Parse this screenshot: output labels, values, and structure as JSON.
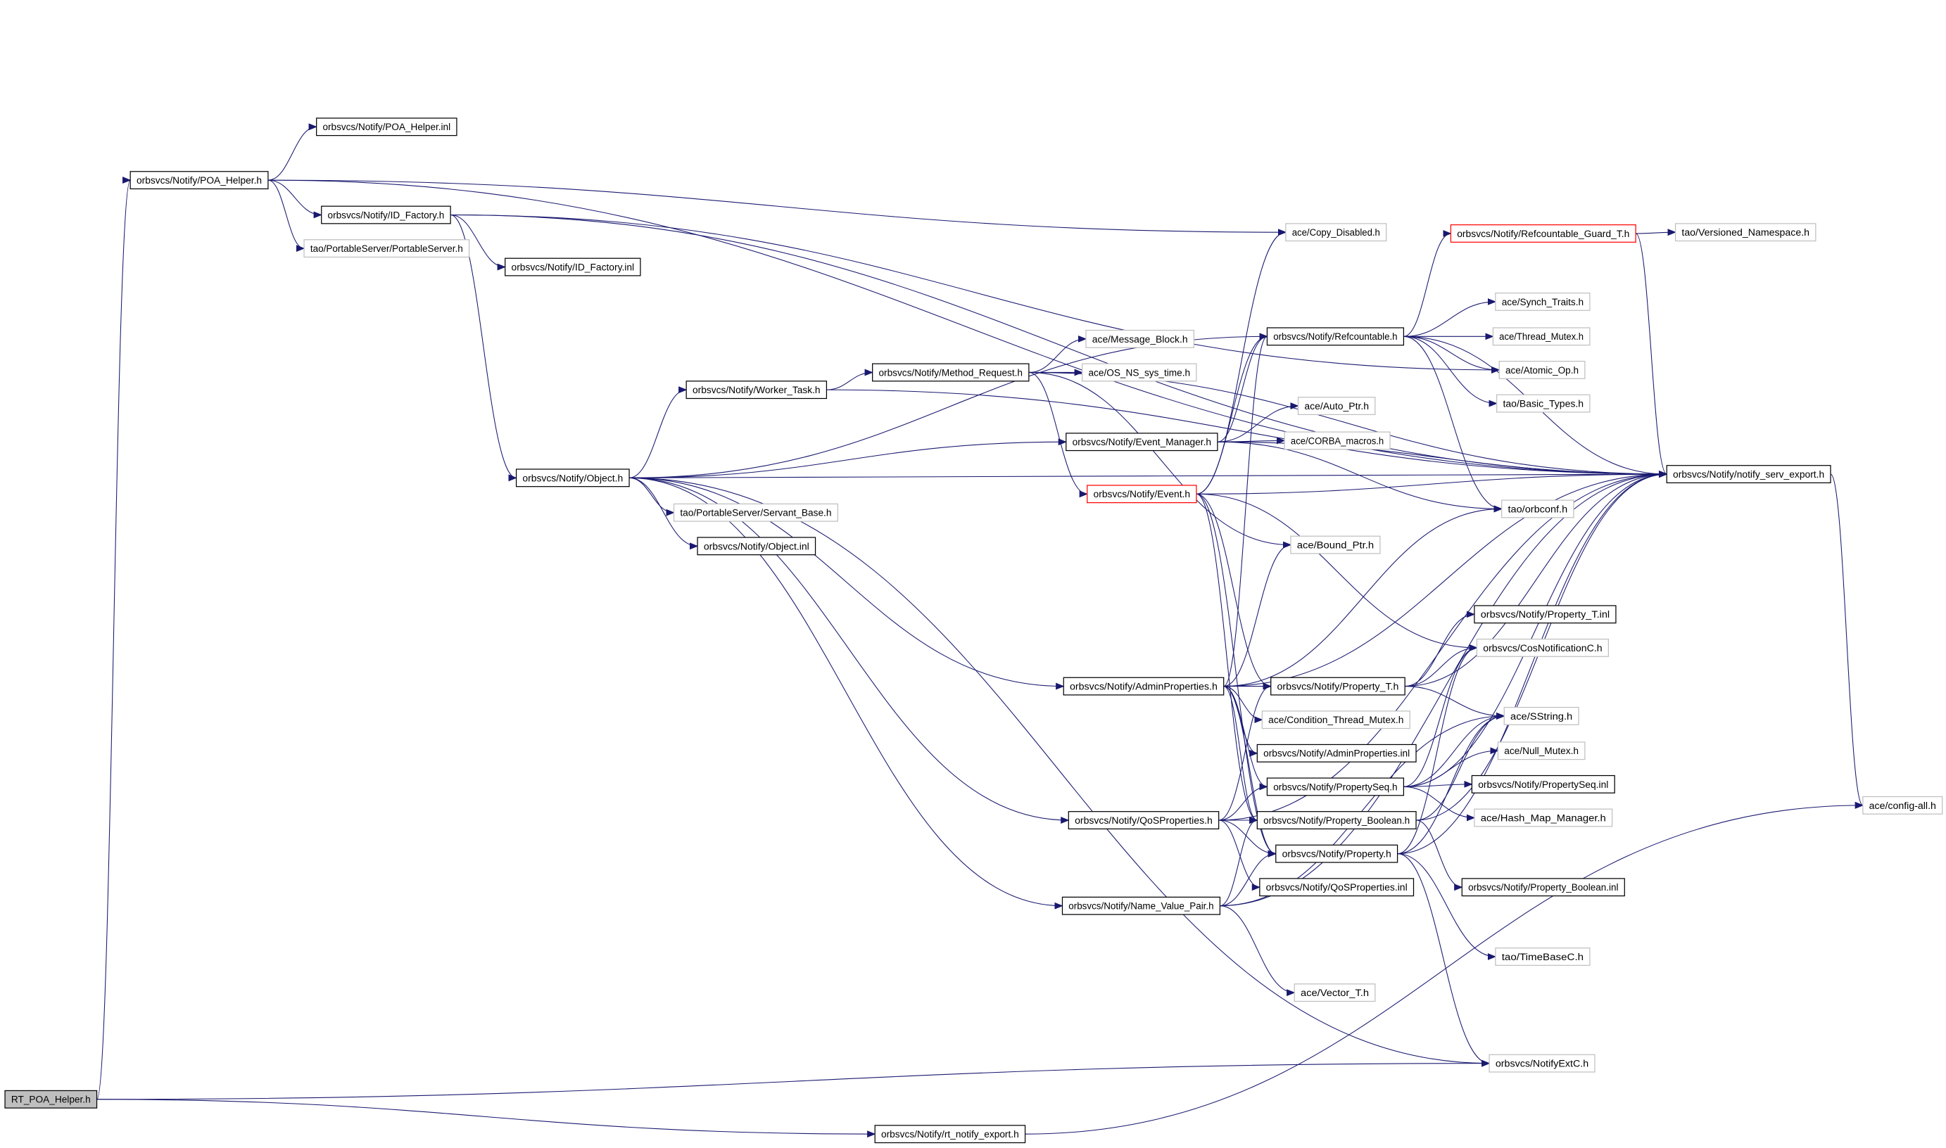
{
  "colors": {
    "edge": "#191970",
    "documented_border": "#000000",
    "undocumented_border": "#bfbfbf",
    "incomplete_border": "#ff0000",
    "root_fill": "#bfbfbf"
  },
  "nodes": [
    {
      "id": "rt_poa_helper_h",
      "label": "RT_POA_Helper.h",
      "kind": "root"
    },
    {
      "id": "poa_helper_h",
      "label": "orbsvcs/Notify/POA_Helper.h",
      "kind": "documented"
    },
    {
      "id": "poa_helper_inl",
      "label": "orbsvcs/Notify/POA_Helper.inl",
      "kind": "documented"
    },
    {
      "id": "id_factory_h",
      "label": "orbsvcs/Notify/ID_Factory.h",
      "kind": "documented"
    },
    {
      "id": "portableserver_h",
      "label": "tao/PortableServer/PortableServer.h",
      "kind": "undocumented"
    },
    {
      "id": "id_factory_inl",
      "label": "orbsvcs/Notify/ID_Factory.inl",
      "kind": "documented"
    },
    {
      "id": "object_h",
      "label": "orbsvcs/Notify/Object.h",
      "kind": "documented"
    },
    {
      "id": "servant_base_h",
      "label": "tao/PortableServer/Servant_Base.h",
      "kind": "undocumented"
    },
    {
      "id": "object_inl",
      "label": "orbsvcs/Notify/Object.inl",
      "kind": "documented"
    },
    {
      "id": "worker_task_h",
      "label": "orbsvcs/Notify/Worker_Task.h",
      "kind": "documented"
    },
    {
      "id": "method_request_h",
      "label": "orbsvcs/Notify/Method_Request.h",
      "kind": "documented"
    },
    {
      "id": "message_block_h",
      "label": "ace/Message_Block.h",
      "kind": "undocumented"
    },
    {
      "id": "os_ns_sys_time_h",
      "label": "ace/OS_NS_sys_time.h",
      "kind": "undocumented"
    },
    {
      "id": "copy_disabled_h",
      "label": "ace/Copy_Disabled.h",
      "kind": "undocumented"
    },
    {
      "id": "refcountable_guard_t_h",
      "label": "orbsvcs/Notify/Refcountable_Guard_T.h",
      "kind": "incomplete"
    },
    {
      "id": "versioned_namespace_h",
      "label": "tao/Versioned_Namespace.h",
      "kind": "undocumented"
    },
    {
      "id": "refcountable_h",
      "label": "orbsvcs/Notify/Refcountable.h",
      "kind": "documented"
    },
    {
      "id": "synch_traits_h",
      "label": "ace/Synch_Traits.h",
      "kind": "undocumented"
    },
    {
      "id": "thread_mutex_h",
      "label": "ace/Thread_Mutex.h",
      "kind": "undocumented"
    },
    {
      "id": "atomic_op_h",
      "label": "ace/Atomic_Op.h",
      "kind": "undocumented"
    },
    {
      "id": "basic_types_h",
      "label": "tao/Basic_Types.h",
      "kind": "undocumented"
    },
    {
      "id": "notify_serv_export_h",
      "label": "orbsvcs/Notify/notify_serv_export.h",
      "kind": "documented"
    },
    {
      "id": "auto_ptr_h",
      "label": "ace/Auto_Ptr.h",
      "kind": "undocumented"
    },
    {
      "id": "corba_macros_h",
      "label": "ace/CORBA_macros.h",
      "kind": "undocumented"
    },
    {
      "id": "event_manager_h",
      "label": "orbsvcs/Notify/Event_Manager.h",
      "kind": "documented"
    },
    {
      "id": "event_h",
      "label": "orbsvcs/Notify/Event.h",
      "kind": "incomplete"
    },
    {
      "id": "orbconf_h",
      "label": "tao/orbconf.h",
      "kind": "undocumented"
    },
    {
      "id": "bound_ptr_h",
      "label": "ace/Bound_Ptr.h",
      "kind": "undocumented"
    },
    {
      "id": "property_t_inl",
      "label": "orbsvcs/Notify/Property_T.inl",
      "kind": "documented"
    },
    {
      "id": "cosnotificationc_h",
      "label": "orbsvcs/CosNotificationC.h",
      "kind": "undocumented"
    },
    {
      "id": "adminproperties_h",
      "label": "orbsvcs/Notify/AdminProperties.h",
      "kind": "documented"
    },
    {
      "id": "property_t_h",
      "label": "orbsvcs/Notify/Property_T.h",
      "kind": "documented"
    },
    {
      "id": "sstring_h",
      "label": "ace/SString.h",
      "kind": "undocumented"
    },
    {
      "id": "condition_thread_mutex_h",
      "label": "ace/Condition_Thread_Mutex.h",
      "kind": "undocumented"
    },
    {
      "id": "adminproperties_inl",
      "label": "orbsvcs/Notify/AdminProperties.inl",
      "kind": "documented"
    },
    {
      "id": "null_mutex_h",
      "label": "ace/Null_Mutex.h",
      "kind": "undocumented"
    },
    {
      "id": "propertyseq_h",
      "label": "orbsvcs/Notify/PropertySeq.h",
      "kind": "documented"
    },
    {
      "id": "propertyseq_inl",
      "label": "orbsvcs/Notify/PropertySeq.inl",
      "kind": "documented"
    },
    {
      "id": "hash_map_manager_h",
      "label": "ace/Hash_Map_Manager.h",
      "kind": "undocumented"
    },
    {
      "id": "qosproperties_h",
      "label": "orbsvcs/Notify/QoSProperties.h",
      "kind": "documented"
    },
    {
      "id": "property_boolean_h",
      "label": "orbsvcs/Notify/Property_Boolean.h",
      "kind": "documented"
    },
    {
      "id": "property_h",
      "label": "orbsvcs/Notify/Property.h",
      "kind": "documented"
    },
    {
      "id": "qosproperties_inl",
      "label": "orbsvcs/Notify/QoSProperties.inl",
      "kind": "documented"
    },
    {
      "id": "property_boolean_inl",
      "label": "orbsvcs/Notify/Property_Boolean.inl",
      "kind": "documented"
    },
    {
      "id": "config_all_h",
      "label": "ace/config-all.h",
      "kind": "undocumented"
    },
    {
      "id": "name_value_pair_h",
      "label": "orbsvcs/Notify/Name_Value_Pair.h",
      "kind": "documented"
    },
    {
      "id": "timebasec_h",
      "label": "tao/TimeBaseC.h",
      "kind": "undocumented"
    },
    {
      "id": "vector_t_h",
      "label": "ace/Vector_T.h",
      "kind": "undocumented"
    },
    {
      "id": "notifyextc_h",
      "label": "orbsvcs/NotifyExtC.h",
      "kind": "undocumented"
    },
    {
      "id": "rt_notify_export_h",
      "label": "orbsvcs/Notify/rt_notify_export.h",
      "kind": "documented"
    }
  ],
  "edges": [
    [
      "rt_poa_helper_h",
      "poa_helper_h"
    ],
    [
      "rt_poa_helper_h",
      "notifyextc_h"
    ],
    [
      "rt_poa_helper_h",
      "rt_notify_export_h"
    ],
    [
      "rt_notify_export_h",
      "config_all_h"
    ],
    [
      "poa_helper_h",
      "poa_helper_inl"
    ],
    [
      "poa_helper_h",
      "id_factory_h"
    ],
    [
      "poa_helper_h",
      "portableserver_h"
    ],
    [
      "poa_helper_h",
      "notify_serv_export_h"
    ],
    [
      "poa_helper_h",
      "copy_disabled_h"
    ],
    [
      "id_factory_h",
      "id_factory_inl"
    ],
    [
      "id_factory_h",
      "object_h"
    ],
    [
      "id_factory_h",
      "notify_serv_export_h"
    ],
    [
      "id_factory_h",
      "atomic_op_h"
    ],
    [
      "object_h",
      "worker_task_h"
    ],
    [
      "object_h",
      "event_manager_h"
    ],
    [
      "object_h",
      "servant_base_h"
    ],
    [
      "object_h",
      "object_inl"
    ],
    [
      "object_h",
      "adminproperties_h"
    ],
    [
      "object_h",
      "qosproperties_h"
    ],
    [
      "object_h",
      "name_value_pair_h"
    ],
    [
      "object_h",
      "notifyextc_h"
    ],
    [
      "object_h",
      "refcountable_h"
    ],
    [
      "object_h",
      "notify_serv_export_h"
    ],
    [
      "worker_task_h",
      "method_request_h"
    ],
    [
      "worker_task_h",
      "notify_serv_export_h"
    ],
    [
      "method_request_h",
      "message_block_h"
    ],
    [
      "method_request_h",
      "os_ns_sys_time_h"
    ],
    [
      "method_request_h",
      "event_h"
    ],
    [
      "method_request_h",
      "bound_ptr_h"
    ],
    [
      "method_request_h",
      "notify_serv_export_h"
    ],
    [
      "event_manager_h",
      "refcountable_h"
    ],
    [
      "event_manager_h",
      "auto_ptr_h"
    ],
    [
      "event_manager_h",
      "corba_macros_h"
    ],
    [
      "event_manager_h",
      "orbconf_h"
    ],
    [
      "event_manager_h",
      "notify_serv_export_h"
    ],
    [
      "event_h",
      "copy_disabled_h"
    ],
    [
      "event_h",
      "refcountable_h"
    ],
    [
      "event_h",
      "property_h"
    ],
    [
      "event_h",
      "property_t_h"
    ],
    [
      "event_h",
      "property_boolean_h"
    ],
    [
      "event_h",
      "cosnotificationc_h"
    ],
    [
      "event_h",
      "notify_serv_export_h"
    ],
    [
      "refcountable_h",
      "refcountable_guard_t_h"
    ],
    [
      "refcountable_h",
      "synch_traits_h"
    ],
    [
      "refcountable_h",
      "thread_mutex_h"
    ],
    [
      "refcountable_h",
      "atomic_op_h"
    ],
    [
      "refcountable_h",
      "basic_types_h"
    ],
    [
      "refcountable_h",
      "notify_serv_export_h"
    ],
    [
      "refcountable_h",
      "orbconf_h"
    ],
    [
      "refcountable_guard_t_h",
      "versioned_namespace_h"
    ],
    [
      "refcountable_guard_t_h",
      "notify_serv_export_h"
    ],
    [
      "notify_serv_export_h",
      "config_all_h"
    ],
    [
      "adminproperties_h",
      "property_t_h"
    ],
    [
      "adminproperties_h",
      "condition_thread_mutex_h"
    ],
    [
      "adminproperties_h",
      "adminproperties_inl"
    ],
    [
      "adminproperties_h",
      "propertyseq_h"
    ],
    [
      "adminproperties_h",
      "property_boolean_h"
    ],
    [
      "adminproperties_h",
      "property_h"
    ],
    [
      "adminproperties_h",
      "bound_ptr_h"
    ],
    [
      "adminproperties_h",
      "orbconf_h"
    ],
    [
      "adminproperties_h",
      "refcountable_h"
    ],
    [
      "adminproperties_h",
      "notify_serv_export_h"
    ],
    [
      "property_t_h",
      "property_t_inl"
    ],
    [
      "property_t_h",
      "cosnotificationc_h"
    ],
    [
      "property_t_h",
      "sstring_h"
    ],
    [
      "property_t_h",
      "notify_serv_export_h"
    ],
    [
      "propertyseq_h",
      "propertyseq_inl"
    ],
    [
      "propertyseq_h",
      "hash_map_manager_h"
    ],
    [
      "propertyseq_h",
      "null_mutex_h"
    ],
    [
      "propertyseq_h",
      "sstring_h"
    ],
    [
      "propertyseq_h",
      "cosnotificationc_h"
    ],
    [
      "propertyseq_h",
      "notify_serv_export_h"
    ],
    [
      "qosproperties_h",
      "property_boolean_h"
    ],
    [
      "qosproperties_h",
      "property_h"
    ],
    [
      "qosproperties_h",
      "propertyseq_h"
    ],
    [
      "qosproperties_h",
      "qosproperties_inl"
    ],
    [
      "qosproperties_h",
      "property_t_h"
    ],
    [
      "qosproperties_h",
      "notify_serv_export_h"
    ],
    [
      "property_boolean_h",
      "property_boolean_inl"
    ],
    [
      "property_boolean_h",
      "notify_serv_export_h"
    ],
    [
      "property_boolean_h",
      "sstring_h"
    ],
    [
      "property_h",
      "timebasec_h"
    ],
    [
      "property_h",
      "sstring_h"
    ],
    [
      "property_h",
      "cosnotificationc_h"
    ],
    [
      "property_h",
      "notify_serv_export_h"
    ],
    [
      "property_h",
      "notifyextc_h"
    ],
    [
      "name_value_pair_h",
      "property_h"
    ],
    [
      "name_value_pair_h",
      "property_boolean_h"
    ],
    [
      "name_value_pair_h",
      "vector_t_h"
    ],
    [
      "name_value_pair_h",
      "notify_serv_export_h"
    ],
    [
      "name_value_pair_h",
      "sstring_h"
    ]
  ]
}
